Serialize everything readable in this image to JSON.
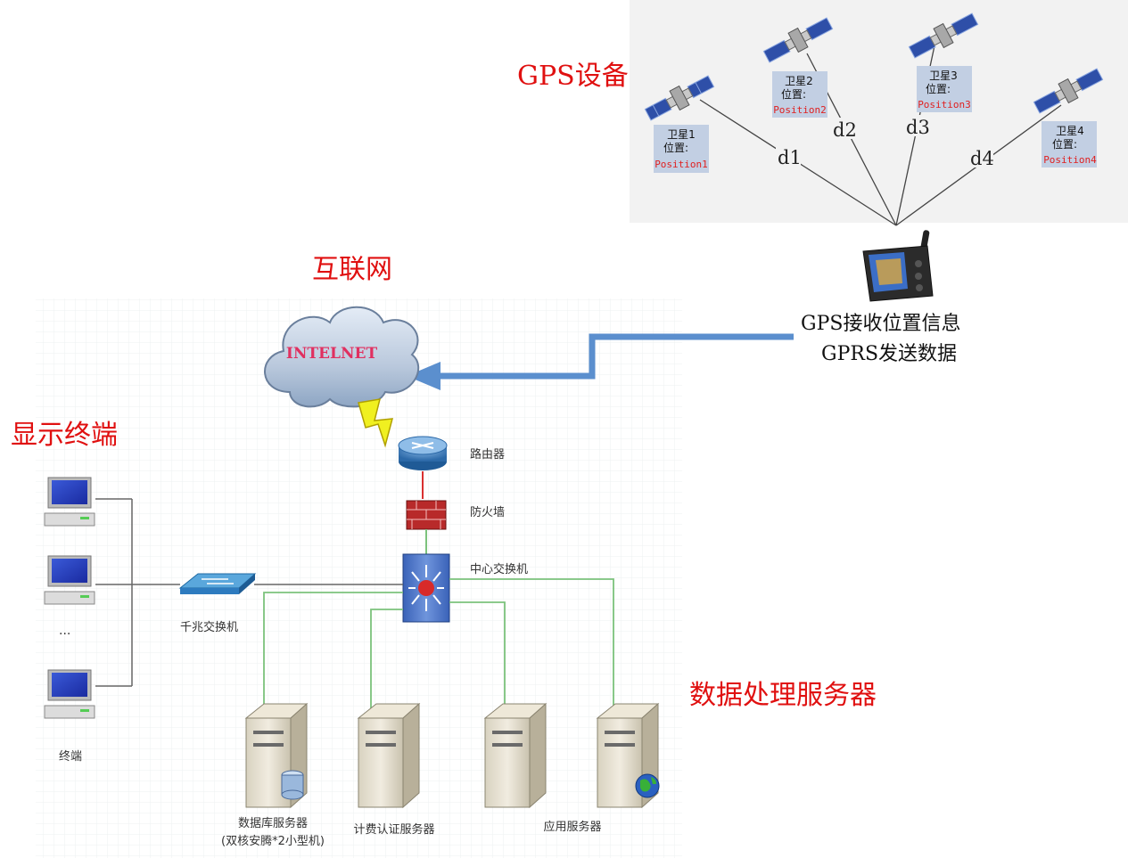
{
  "titles": {
    "gps_device": "GPS设备",
    "internet": "互联网",
    "display_terminal": "显示终端",
    "data_server": "数据处理服务器"
  },
  "satellites": [
    {
      "name": "卫星1",
      "pos_label": "位置:",
      "position": "Position1",
      "distance": "d1"
    },
    {
      "name": "卫星2",
      "pos_label": "位置:",
      "position": "Position2",
      "distance": "d2"
    },
    {
      "name": "卫星3",
      "pos_label": "位置:",
      "position": "Position3",
      "distance": "d3"
    },
    {
      "name": "卫星4",
      "pos_label": "位置:",
      "position": "Position4",
      "distance": "d4"
    }
  ],
  "receiver_text": {
    "line1": "GPS接收位置信息",
    "line2": "GPRS发送数据"
  },
  "cloud_label": "INTELNET",
  "network": {
    "router": "路由器",
    "firewall": "防火墙",
    "core_switch": "中心交换机",
    "gigabit_switch": "千兆交换机"
  },
  "terminals": {
    "ellipsis": "...",
    "label": "终端"
  },
  "servers": {
    "database": "数据库服务器",
    "database_note": "(双核安腾*2小型机)",
    "billing": "计费认证服务器",
    "application": "应用服务器"
  },
  "colors": {
    "title_red": "#e01010",
    "arrow_blue": "#5b8fce",
    "link_green": "#7cc27c",
    "link_red": "#d93030",
    "label_red": "#e02020"
  }
}
